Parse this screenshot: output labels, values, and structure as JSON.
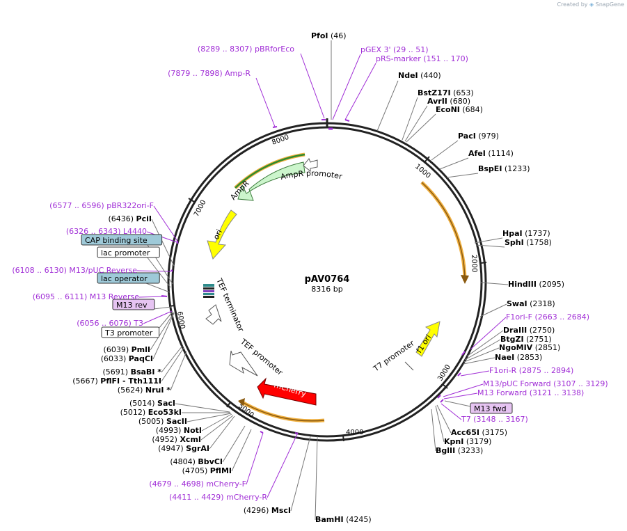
{
  "credit": {
    "created_by": "Created by",
    "app": "SnapGene"
  },
  "plasmid": {
    "name": "pAV0764",
    "length_label": "8316 bp",
    "total_bp": 8316
  },
  "ticks": [
    "1000",
    "2000",
    "3000",
    "4000",
    "5000",
    "6000",
    "7000",
    "8000"
  ],
  "colors": {
    "primer": "#a02dd6",
    "ring": "#222222",
    "ori": "#ffff00",
    "ampr": "#ccf5cc",
    "mcherry": "#ff0000",
    "gold": "#f0b040",
    "feature_label_box": "#9ec9d8",
    "m13_box": "#e6c4f2"
  },
  "features": {
    "ampr": "AmpR",
    "ampr_promoter": "AmpR promoter",
    "ori": "ori",
    "tef_terminator": "TEF terminator",
    "tef_promoter": "TEF promoter",
    "mcherry": "mCherry",
    "t7_promoter": "T7 promoter",
    "f1_ori": "f1 ori"
  },
  "labels": [
    {
      "pos": "(46)",
      "name": "PfoI",
      "kind": "site"
    },
    {
      "pos": "(29 .. 51)",
      "name": "pGEX 3'",
      "kind": "primer"
    },
    {
      "pos": "(151 .. 170)",
      "name": "pRS-marker",
      "kind": "primer"
    },
    {
      "pos": "(8289 .. 8307)",
      "name": "pBRforEco",
      "kind": "primer"
    },
    {
      "pos": "(7879 .. 7898)",
      "name": "Amp-R",
      "kind": "primer"
    },
    {
      "pos": "(440)",
      "name": "NdeI",
      "kind": "site"
    },
    {
      "pos": "(653)",
      "name": "BstZ17I",
      "kind": "site"
    },
    {
      "pos": "(680)",
      "name": "AvrII",
      "kind": "site"
    },
    {
      "pos": "(684)",
      "name": "EcoNI",
      "kind": "site"
    },
    {
      "pos": "(979)",
      "name": "PacI",
      "kind": "site"
    },
    {
      "pos": "(1114)",
      "name": "AfeI",
      "kind": "site"
    },
    {
      "pos": "(1233)",
      "name": "BspEI",
      "kind": "site"
    },
    {
      "pos": "(1737)",
      "name": "HpaI",
      "kind": "site"
    },
    {
      "pos": "(1758)",
      "name": "SphI",
      "kind": "site"
    },
    {
      "pos": "(2095)",
      "name": "HindIII",
      "kind": "site"
    },
    {
      "pos": "(2318)",
      "name": "SwaI",
      "kind": "site"
    },
    {
      "pos": "(2663 .. 2684)",
      "name": "F1ori-F",
      "kind": "primer"
    },
    {
      "pos": "(2750)",
      "name": "DraIII",
      "kind": "site"
    },
    {
      "pos": "(2751)",
      "name": "BtgZI",
      "kind": "site"
    },
    {
      "pos": "(2851)",
      "name": "NgoMIV",
      "kind": "site"
    },
    {
      "pos": "(2853)",
      "name": "NaeI",
      "kind": "site"
    },
    {
      "pos": "(2875 .. 2894)",
      "name": "F1ori-R",
      "kind": "primer"
    },
    {
      "pos": "(3107 .. 3129)",
      "name": "M13/pUC Forward",
      "kind": "primer"
    },
    {
      "pos": "(3121 .. 3138)",
      "name": "M13 Forward",
      "kind": "primer"
    },
    {
      "pos": "",
      "name": "M13 fwd",
      "kind": "box_m13"
    },
    {
      "pos": "(3148 .. 3167)",
      "name": "T7",
      "kind": "primer"
    },
    {
      "pos": "(3175)",
      "name": "Acc65I",
      "kind": "site"
    },
    {
      "pos": "(3179)",
      "name": "KpnI",
      "kind": "site"
    },
    {
      "pos": "(3233)",
      "name": "BglII",
      "kind": "site"
    },
    {
      "pos": "(4245)",
      "name": "BamHI",
      "kind": "site"
    },
    {
      "pos": "(4296)",
      "name": "MscI",
      "kind": "site"
    },
    {
      "pos": "(4411 .. 4429)",
      "name": "mCherry-R",
      "kind": "primer"
    },
    {
      "pos": "(4679 .. 4698)",
      "name": "mCherry-F",
      "kind": "primer"
    },
    {
      "pos": "(4705)",
      "name": "PflMI",
      "kind": "site"
    },
    {
      "pos": "(4804)",
      "name": "BbvCI",
      "kind": "site"
    },
    {
      "pos": "(4947)",
      "name": "SgrAI",
      "kind": "site"
    },
    {
      "pos": "(4952)",
      "name": "XcmI",
      "kind": "site"
    },
    {
      "pos": "(4993)",
      "name": "NotI",
      "kind": "site"
    },
    {
      "pos": "(5005)",
      "name": "SacII",
      "kind": "site"
    },
    {
      "pos": "(5012)",
      "name": "Eco53kI",
      "kind": "site"
    },
    {
      "pos": "(5014)",
      "name": "SacI",
      "kind": "site"
    },
    {
      "pos": "(5624)",
      "name": "NruI *",
      "kind": "site"
    },
    {
      "pos": "(5667)",
      "name": "PflFI - Tth111I",
      "kind": "site"
    },
    {
      "pos": "(5691)",
      "name": "BsaBI *",
      "kind": "site"
    },
    {
      "pos": "(6033)",
      "name": "PaqCI",
      "kind": "site"
    },
    {
      "pos": "(6039)",
      "name": "PmlI",
      "kind": "site"
    },
    {
      "pos": "",
      "name": "T3 promoter",
      "kind": "box_white"
    },
    {
      "pos": "(6056 .. 6076)",
      "name": "T3",
      "kind": "primer"
    },
    {
      "pos": "",
      "name": "M13 rev",
      "kind": "box_m13"
    },
    {
      "pos": "(6095 .. 6111)",
      "name": "M13 Reverse",
      "kind": "primer"
    },
    {
      "pos": "",
      "name": "lac operator",
      "kind": "box_blue"
    },
    {
      "pos": "(6108 .. 6130)",
      "name": "M13/pUC Reverse",
      "kind": "primer"
    },
    {
      "pos": "",
      "name": "lac promoter",
      "kind": "box_white"
    },
    {
      "pos": "",
      "name": "CAP binding site",
      "kind": "box_blue"
    },
    {
      "pos": "(6326 .. 6343)",
      "name": "L4440",
      "kind": "primer"
    },
    {
      "pos": "(6436)",
      "name": "PciI",
      "kind": "site"
    },
    {
      "pos": "(6577 .. 6596)",
      "name": "pBR322ori-F",
      "kind": "primer"
    }
  ]
}
